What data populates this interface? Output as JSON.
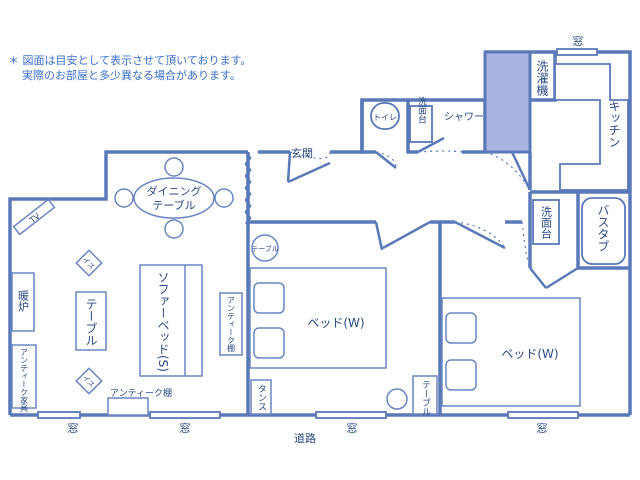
{
  "note": {
    "line1": "＊ 図面は目安として表示させて頂いております。",
    "line2": "実際のお部屋と多少異なる場合があります。"
  },
  "labels": {
    "window": "窓",
    "road": "道路",
    "entrance": "玄関",
    "toilet": "トイレ",
    "washbasin_top": "洗面台",
    "shower": "シャワー",
    "washing_machine": "洗濯機",
    "kitchen": "キッチン",
    "washbasin_bath": "洗面台",
    "bathtub": "バスタブ",
    "dining_table": "ダイニングテーブル",
    "sofa_bed": "ソファーベッド(S)",
    "table_living": "テーブル",
    "heater": "暖炉",
    "tv": "TV",
    "chair_top": "イス",
    "chair_bottom": "イス",
    "antique_furniture": "アンティーク家具",
    "antique_shelf_bottom": "アンティーク棚",
    "antique_shelf_right": "アンティーク棚",
    "table_round": "テーブル",
    "bed_w1": "ベッド(W)",
    "bed_w2": "ベッド(W)",
    "chest": "タンス",
    "table_side": "テーブル"
  },
  "colors": {
    "wall": "#5a79b8",
    "shaft": "#aab4e0",
    "text": "#2c4a86",
    "note": "#3a6fd0"
  }
}
